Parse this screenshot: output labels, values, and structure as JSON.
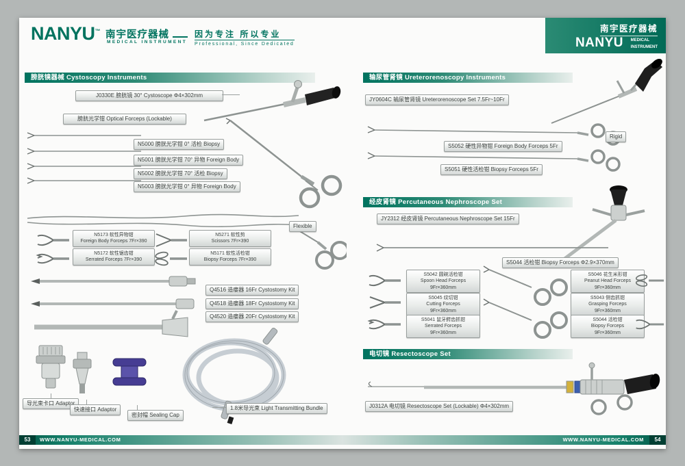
{
  "brand": {
    "accent": "#00735f",
    "logo": "NANYU",
    "tm": "™",
    "cn": "南宇医疗器械",
    "sub": "MEDICAL  INSTRUMENT",
    "slogan_cn": "因为专注 所以专业",
    "slogan_en": "Professional, Since Dedicated",
    "block_cn": "南宇医疗器械",
    "block_logo": "NANYU",
    "block_sub1": "MEDICAL",
    "block_sub2": "INSTRUMENT"
  },
  "sections": {
    "cystoscopy": "膀胱镜器械  Cystoscopy Instruments",
    "uretero": "输尿管肾镜 Ureterorenoscopy Instruments",
    "nephro": "经皮肾镜 Percutaneous Nephroscope Set",
    "resecto": "电切镜  Resectoscope Set"
  },
  "left": {
    "cystoscope": "J0330E 膀胱镜 30°  Cystoscope  Φ4×302mm",
    "optical_forceps": "膀胱光学钳 Optical Forceps (Lockable)",
    "n5000": "N5000 膀胱光学钳 0°  活检 Biopsy",
    "n5001": "N5001 膀胱光学钳 70°  异物 Foreign Body",
    "n5002": "N5002 膀胱光学钳 70°  活检 Biopsy",
    "n5003": "N5003 膀胱光学钳 0°  异物 Foreign Body",
    "flexible": "Flexible",
    "n5173": [
      "N5173 软性异物钳",
      "Foreign Body Forceps 7Fr×390"
    ],
    "n5271": [
      "N5271 软性剪",
      "Scissors 7Fr×390"
    ],
    "n5172": [
      "N5172 软性锯齿钳",
      "Serrated Forceps 7Fr×390"
    ],
    "n5171": [
      "N5171 软性活检钳",
      "Biopsy Forceps 7Fr×390"
    ],
    "q4516": "Q4516 造瘘器 16Fr Cystostomy Kit",
    "q4518": "Q4518 造瘘器 18Fr Cystostomy Kit",
    "q4520": "Q4520 造瘘器 20Fr Cystostomy Kit",
    "adaptor_bayonet": "导光束卡口 Adaptor",
    "adaptor_quick": "快速接口 Adaptor",
    "sealing_cap": "密封帽 Sealing Cap",
    "light_bundle": "1.8米导光束  Light Transmitting Bundle"
  },
  "right": {
    "jy0604c": "JY0604C 输尿管肾镜 Ureterorenoscope Set 7.5Fr~10Fr",
    "rigid": "Rigid",
    "s5052": "S5052 硬性异物钳 Foreign Body Forceps 5Fr",
    "s5051": "S5051 硬性活检钳 Biopsy Forceps 5Fr",
    "jy2312": "JY2312 经皮肾镜 Percutaneous Nephroscope Set 15Fr",
    "s5044_main": "S5044 活检钳 Biopsy Forceps  Φ2.9×370mm",
    "s5042": [
      "S5042 圆碗活检钳",
      "Spoon Head Forceps",
      "9Fr×360mm"
    ],
    "s5046": [
      "S5046 花生米形钳",
      "Peanut Head Forceps",
      "9Fr×360mm"
    ],
    "s5045": [
      "S5045 纹切钳",
      "Cutting Forceps",
      "9Fr×360mm"
    ],
    "s5043": [
      "S5043 侧齿抓钳",
      "Grasping Forceps",
      "9Fr×360mm"
    ],
    "s5041": [
      "S5041 鼠牙鳄齿抓钳",
      "Serrated Forceps",
      "9Fr×360mm"
    ],
    "s5044": [
      "S5044 活检钳",
      "Biopsy Forceps",
      "9Fr×360mm"
    ],
    "j0312a": "J0312A 电切镜 Resectoscope Set (Lockable)  Φ4×302mm"
  },
  "footer": {
    "page_left": "53",
    "url_left": "WWW.NANYU-MEDICAL.COM",
    "url_right": "WWW.NANYU-MEDICAL.COM",
    "page_right": "54"
  }
}
